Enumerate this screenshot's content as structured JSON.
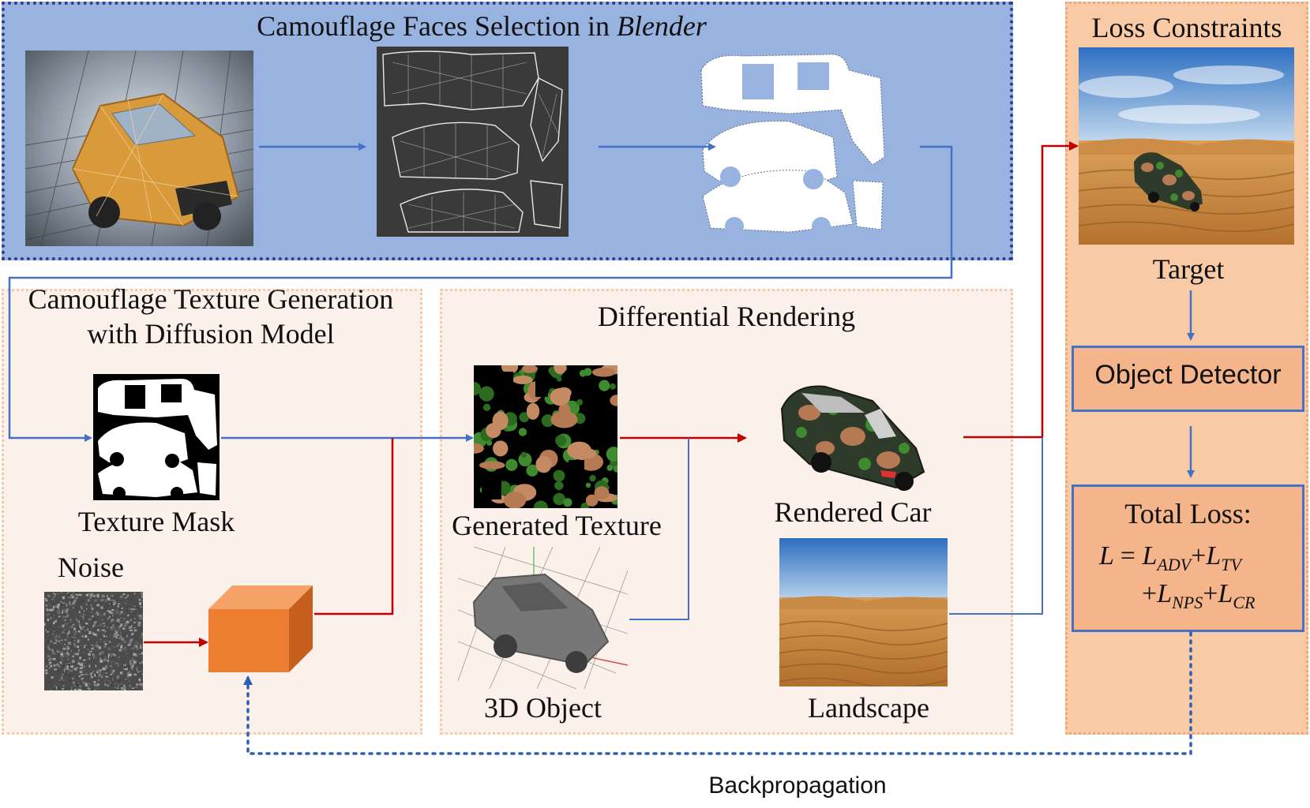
{
  "panels": {
    "blender": {
      "title_prefix": "Camouflage Faces Selection in ",
      "title_emphasis": "Blender"
    },
    "diffusion": {
      "title_line1": "Camouflage Texture Generation",
      "title_line2": "with Diffusion Model",
      "texture_mask_label": "Texture Mask",
      "noise_label": "Noise"
    },
    "rendering": {
      "title": "Differential Rendering",
      "generated_texture_label": "Generated Texture",
      "object_label": "3D Object",
      "rendered_car_label": "Rendered Car",
      "landscape_label": "Landscape"
    },
    "loss": {
      "title": "Loss Constraints",
      "target_label": "Target",
      "detector_label": "Object Detector",
      "total_loss_label": "Total Loss:",
      "eq_line1": {
        "lhs": "L",
        "equals": "=",
        "t1": "L",
        "s1": "ADV",
        "plus1": "+",
        "t2": "L",
        "s2": "TV"
      },
      "eq_line2": {
        "plus0": "+",
        "t3": "L",
        "s3": "NPS",
        "plus1": "+",
        "t4": "L",
        "s4": "CR"
      }
    }
  },
  "backprop_label": "Backpropagation",
  "colors": {
    "blue_arrow": "#4472c4",
    "red_arrow": "#c00000",
    "backprop": "#2f5fb5",
    "orange_block": "#ed7d31"
  },
  "icons": {
    "generator": "orange-cube-icon"
  }
}
